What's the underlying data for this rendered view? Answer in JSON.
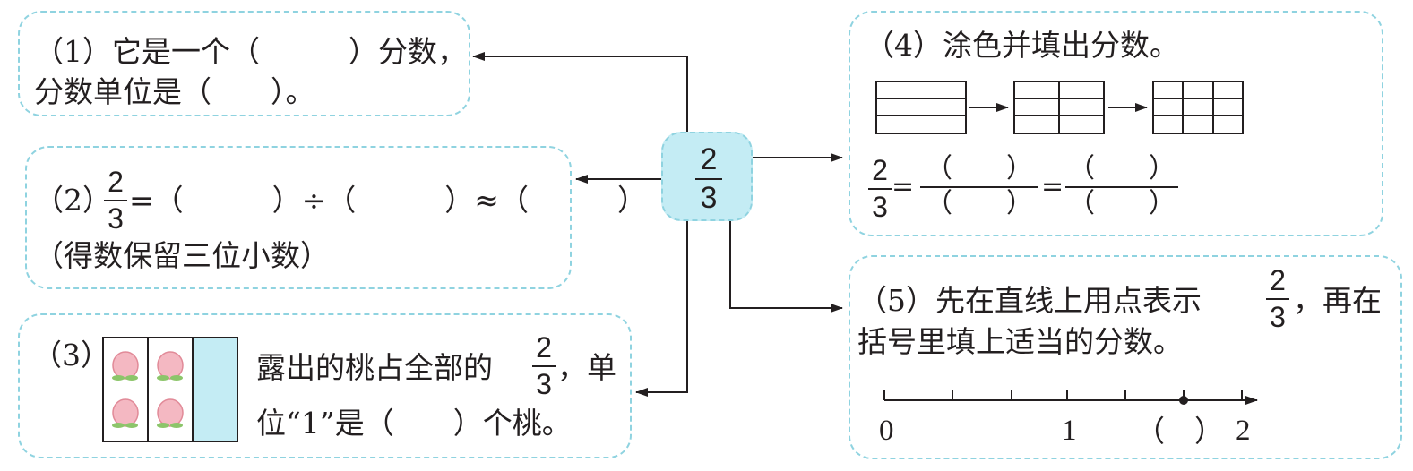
{
  "center": {
    "numerator": "2",
    "denominator": "3"
  },
  "q1": {
    "line1": "（1）它是一个（　　　）分数，",
    "line2": "分数单位是（　　）。"
  },
  "q2": {
    "label": "（2）",
    "numerator": "2",
    "denominator": "3",
    "expression": "=（　　　）÷（　　　）≈（　　　）",
    "note": "（得数保留三位小数）"
  },
  "q3": {
    "label": "（3）",
    "text1": "露出的桃占全部的",
    "numerator": "2",
    "denominator": "3",
    "text1_after": "，单",
    "text2": "位“1”是（　　）个桃。",
    "peach_count": 4
  },
  "q4": {
    "title": "（4）涂色并填出分数。",
    "numerator": "2",
    "denominator": "3",
    "blank_numerator": "（　　）",
    "blank_denominator": "（　　）",
    "equals": "="
  },
  "q5": {
    "line1_before": "（5）先在直线上用点表示",
    "numerator": "2",
    "denominator": "3",
    "line1_after": "，再在",
    "line2": "括号里填上适当的分数。",
    "tick_labels": [
      "0",
      "1",
      "2"
    ],
    "blank": "（　）",
    "point_value": 1.6667
  },
  "colors": {
    "dashed_border": "#8fd3e0",
    "center_fill": "#c4ecf4",
    "covered_fill": "#c4ecf4",
    "peach": "#f4b8c2"
  }
}
